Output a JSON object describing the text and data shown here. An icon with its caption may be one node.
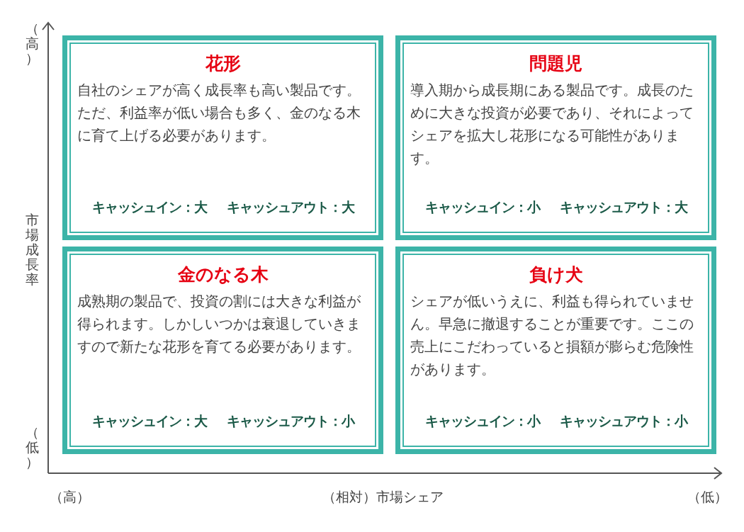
{
  "diagram": {
    "nodes": [
      {
        "text": [
          "花形",
          "自社のシェアが高く成長率も高い製品です。ただ、利益率が低い場合も多く、金のなる木に育て上げる必要があります。",
          "キャッシュイン：大",
          "キャッシュアウト：大"
        ]
      },
      {
        "text": [
          "問題児",
          "導入期から成長期にある製品です。成長のために大きな投資が必要であり、それによってシェアを拡大し花形になる可能性があります。",
          "キャッシュイン：小",
          "キャッシュアウト：大"
        ]
      },
      {
        "text": [
          "金のなる木",
          "成熟期の製品で、投資の割には大きな利益が得られます。しかしいつかは衰退していきますので新たな花形を育てる必要があります。",
          "キャッシュイン：大",
          "キャッシュアウト：小"
        ]
      },
      {
        "text": [
          "負け犬",
          "シェアが低いうえに、利益も得られていません。早急に撤退することが重要です。ここの売上にこだわっていると損額が膨らむ危険性があります。",
          "キャッシュイン：小",
          "キャッシュアウト：小"
        ]
      }
    ],
    "edges": [],
    "labels": [
      "（高）",
      "市場成長率",
      "（低）",
      "（高）",
      "（相対）市場シェア",
      "（低）"
    ]
  }
}
